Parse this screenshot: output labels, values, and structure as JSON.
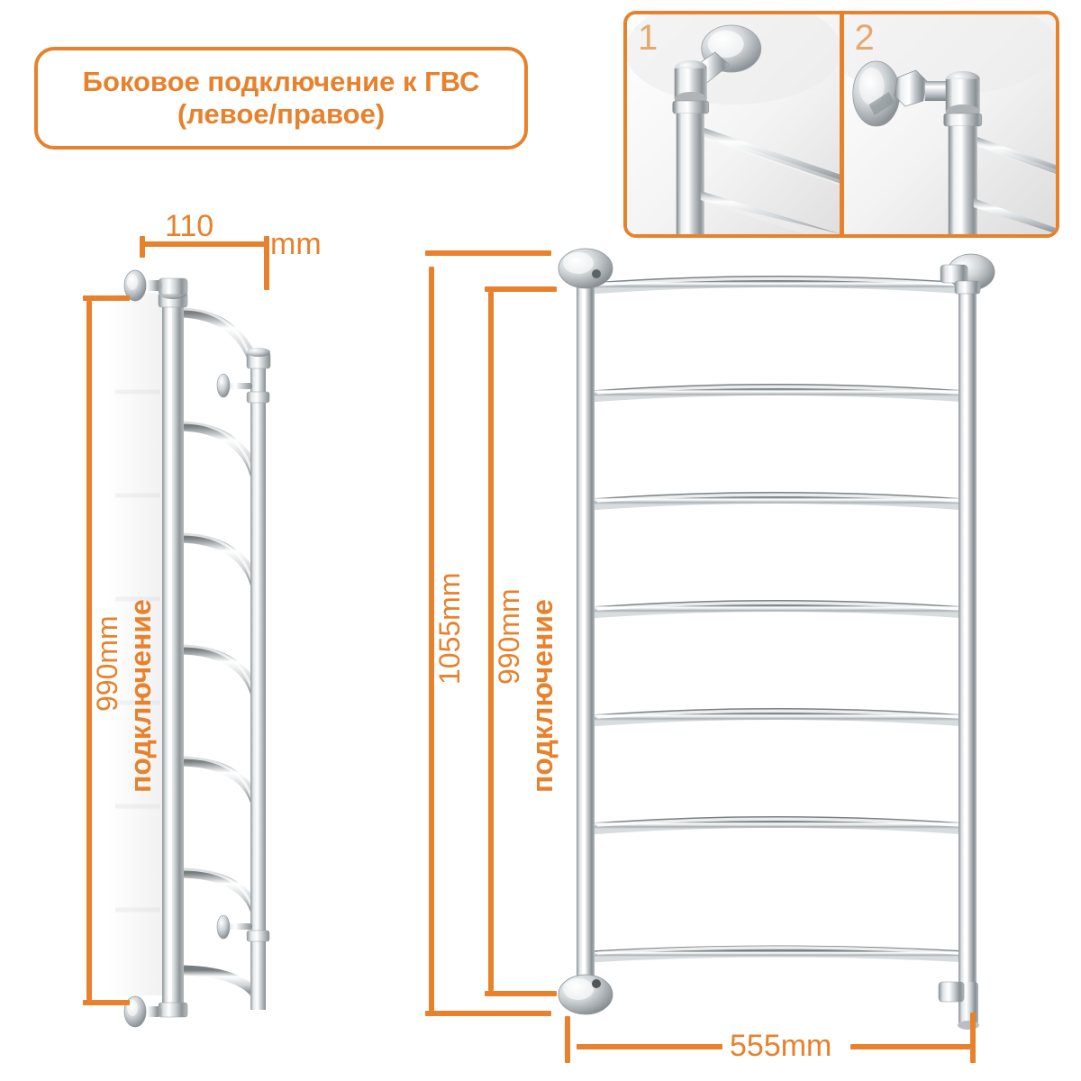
{
  "title_card": {
    "line1": "Боковое подключение к ГВС",
    "line2": "(левое/правое)"
  },
  "inset_panel": {
    "items": [
      {
        "number": "1",
        "name": "angled-wall-connector-photo"
      },
      {
        "number": "2",
        "name": "straight-wall-connector-photo"
      }
    ]
  },
  "side_view": {
    "name": "side-profile-view",
    "dimensions": {
      "depth_value": "110",
      "depth_unit": "mm",
      "height_value": "990mm",
      "height_caption": "подключение"
    }
  },
  "front_view": {
    "name": "front-elevation-view",
    "dimensions": {
      "total_height": "1055mm",
      "connection_height": "990mm",
      "connection_caption": "подключение",
      "width": "555mm"
    }
  },
  "colors": {
    "accent": "#E8812C",
    "inset_number": "#E6A86B",
    "chrome_light": "#ffffff",
    "chrome_mid": "#b8bcc0",
    "chrome_dark": "#6d7478",
    "background": "#ffffff"
  }
}
